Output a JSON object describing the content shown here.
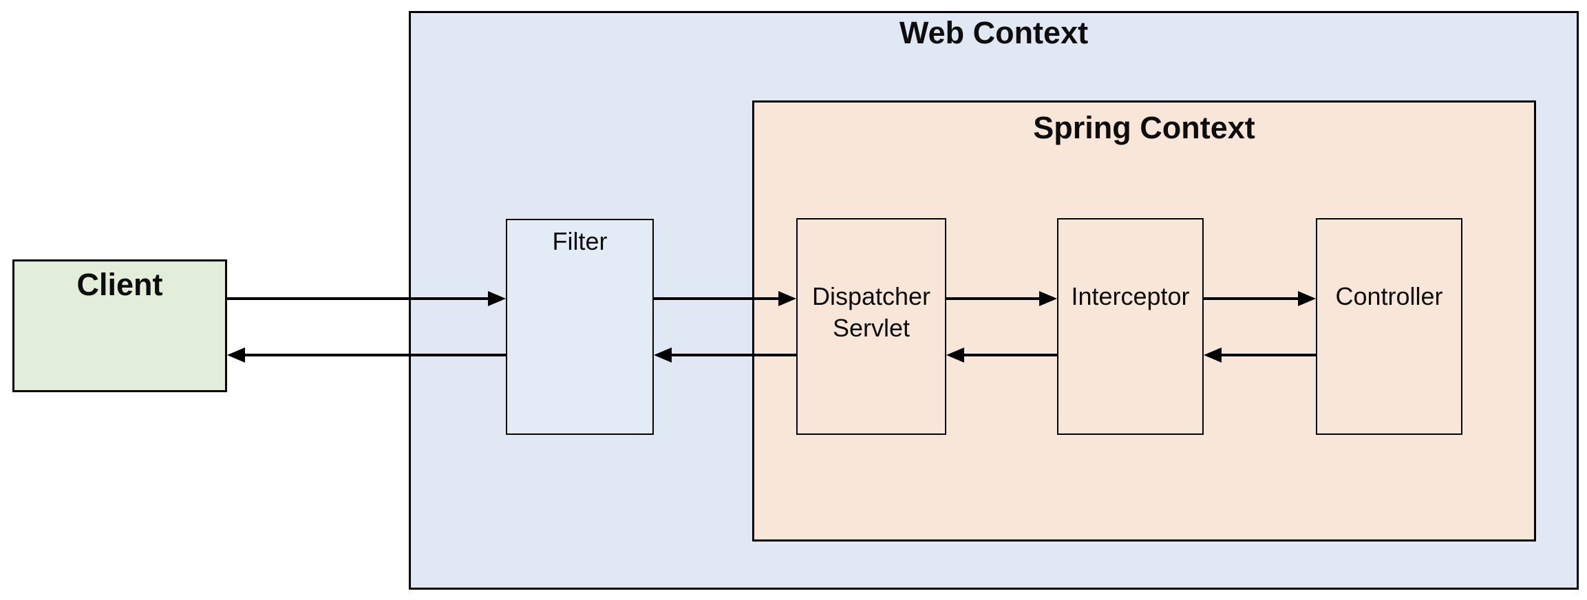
{
  "diagram": {
    "kind": "spring-mvc-request-flow",
    "client": {
      "label": "Client"
    },
    "web_context": {
      "title": "Web Context"
    },
    "spring_context": {
      "title": "Spring Context"
    },
    "nodes": {
      "filter": {
        "label": "Filter",
        "container": "web_context"
      },
      "dispatcher_servlet": {
        "label": "Dispatcher\nServlet",
        "container": "spring_context"
      },
      "interceptor": {
        "label": "Interceptor",
        "container": "spring_context"
      },
      "controller": {
        "label": "Controller",
        "container": "spring_context"
      }
    },
    "edges": [
      {
        "from": "client",
        "to": "filter",
        "type": "request"
      },
      {
        "from": "filter",
        "to": "dispatcher_servlet",
        "type": "request"
      },
      {
        "from": "dispatcher_servlet",
        "to": "interceptor",
        "type": "request"
      },
      {
        "from": "interceptor",
        "to": "controller",
        "type": "request"
      },
      {
        "from": "controller",
        "to": "interceptor",
        "type": "response"
      },
      {
        "from": "interceptor",
        "to": "dispatcher_servlet",
        "type": "response"
      },
      {
        "from": "dispatcher_servlet",
        "to": "filter",
        "type": "response"
      },
      {
        "from": "filter",
        "to": "client",
        "type": "response"
      }
    ],
    "colors": {
      "client_fill": "#E2EDDA",
      "web_context_fill": "#DFE8F3",
      "filter_fill": "#E3ECF6",
      "spring_context_fill": "#F8E6D8",
      "node_fill": "#F8E6D8",
      "border_color": "#000000",
      "arrow_color": "#000000"
    }
  }
}
